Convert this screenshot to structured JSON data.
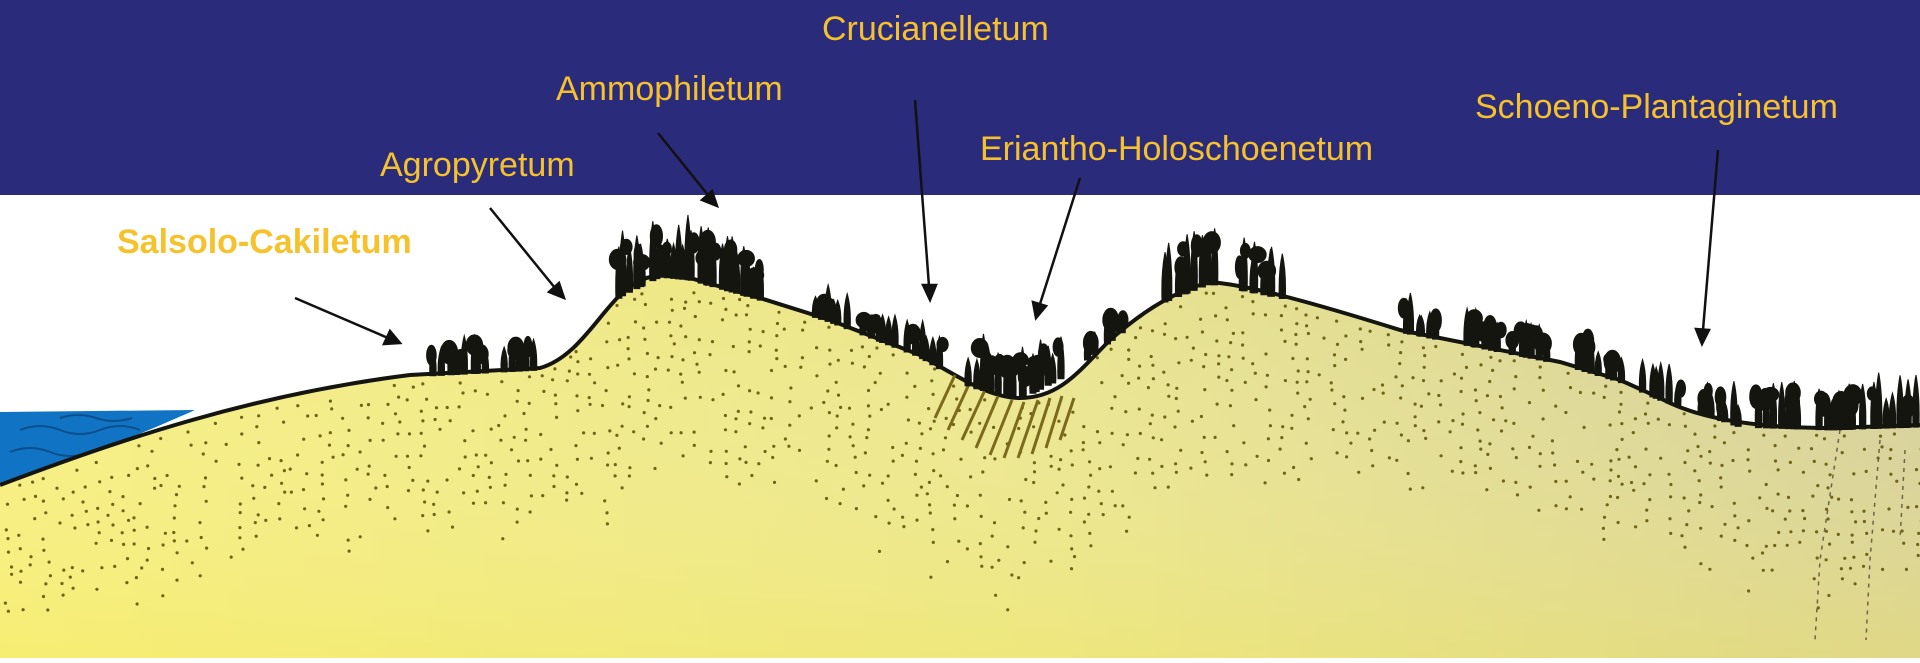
{
  "colors": {
    "header_band": "#2b2b7c",
    "label_text": "#f6c22c",
    "sand_light": "#f4ee84",
    "sand_dark": "#d2cc90",
    "sea": "#1173c4",
    "vegetation": "#151510",
    "arrow": "#111111"
  },
  "labels": {
    "salsolo": "Salsolo-Cakiletum",
    "agropyretum": "Agropyretum",
    "ammophiletum": "Ammophiletum",
    "crucianelletum": "Crucianelletum",
    "eriantho": "Eriantho-Holoschoenetum",
    "schoeno": "Schoeno-Plantaginetum"
  }
}
